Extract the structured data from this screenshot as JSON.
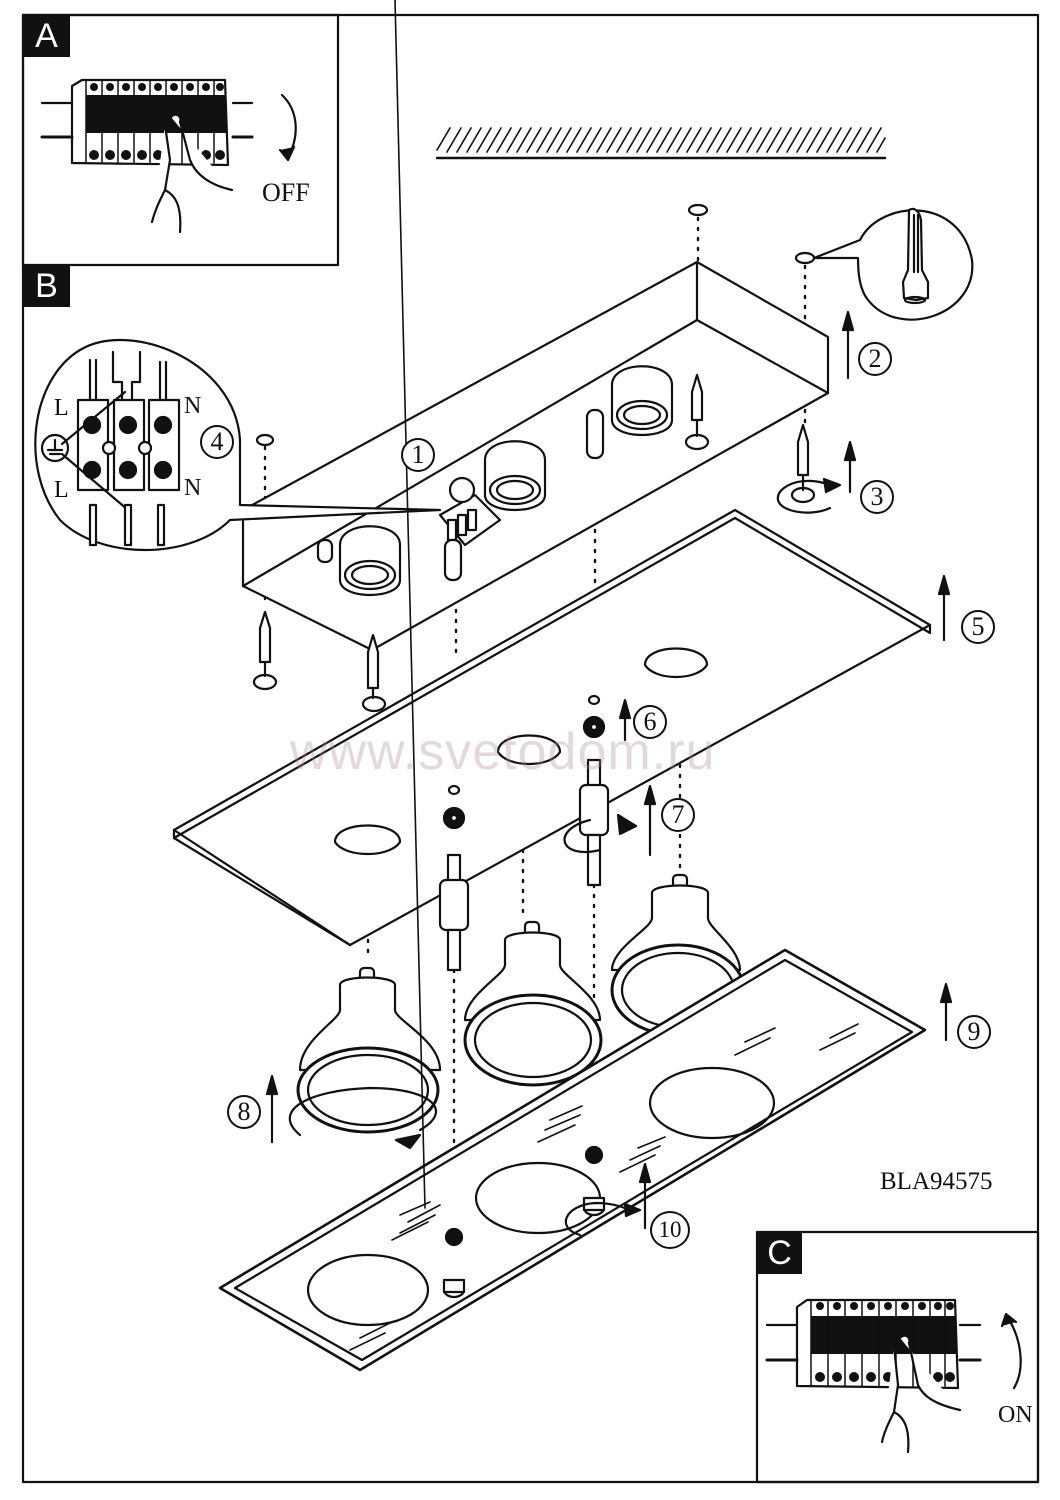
{
  "document": {
    "type": "assembly instructions",
    "model_code": "BLA94575",
    "watermark": "www.svetodom.ru"
  },
  "panels": [
    {
      "id": "A",
      "label": "A",
      "action_text": "OFF",
      "description": "Switch off circuit breaker"
    },
    {
      "id": "B",
      "label": "B",
      "description": "Mounting and wiring of 3-spot ceiling fixture"
    },
    {
      "id": "C",
      "label": "C",
      "action_text": "ON",
      "description": "Switch on circuit breaker"
    }
  ],
  "wiring_detail": {
    "terminal_labels": [
      "L",
      "N",
      "L",
      "N"
    ],
    "ground_symbol": "earth-icon"
  },
  "steps": [
    {
      "number": "1",
      "glyph": "①"
    },
    {
      "number": "2",
      "glyph": "②"
    },
    {
      "number": "3",
      "glyph": "③"
    },
    {
      "number": "4",
      "glyph": "④"
    },
    {
      "number": "5",
      "glyph": "⑤"
    },
    {
      "number": "6",
      "glyph": "⑥"
    },
    {
      "number": "7",
      "glyph": "⑦"
    },
    {
      "number": "8",
      "glyph": "⑧"
    },
    {
      "number": "9",
      "glyph": "⑨"
    },
    {
      "number": "10",
      "glyph": "⑩"
    }
  ],
  "colors": {
    "line": "#111111",
    "background": "#ffffff",
    "watermark": "#c9b6b6"
  }
}
